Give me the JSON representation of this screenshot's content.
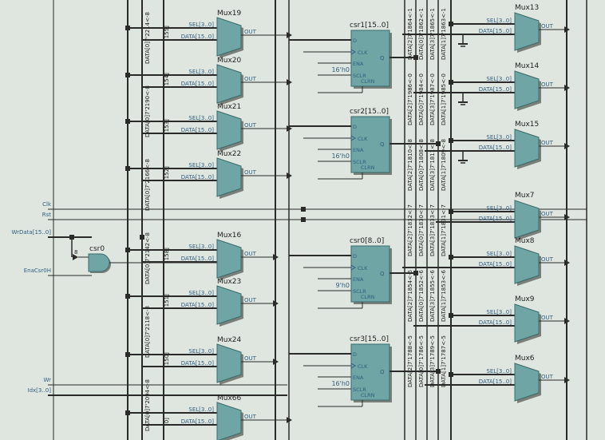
{
  "colors": {
    "background": "#dfe5df",
    "block": "#6fa5a5",
    "block_shadow": "#7a7f7a",
    "wire": "#2a2a2a",
    "port_text": "#2f5f7f",
    "label": "#1f1f1f"
  },
  "inputs": [
    {
      "id": "clk",
      "label": "Clk"
    },
    {
      "id": "rst",
      "label": "Rst"
    },
    {
      "id": "wrdata",
      "label": "WrData[15..0]"
    },
    {
      "id": "enacsr0h",
      "label": "EnaCsr0H"
    },
    {
      "id": "wr",
      "label": "Wr"
    },
    {
      "id": "idx",
      "label": "Idx[3..0]"
    }
  ],
  "and_gate": {
    "name": "csr0",
    "width_label": "8"
  },
  "mux_ports": {
    "sel": "SEL[3..0]",
    "data": "DATA[15..0]",
    "out": "OUT"
  },
  "left_muxes": [
    {
      "name": "Mux19",
      "bit": "[155]"
    },
    {
      "name": "Mux20",
      "bit": "[154]"
    },
    {
      "name": "Mux21",
      "bit": "[153]"
    },
    {
      "name": "Mux22",
      "bit": "[152]"
    },
    {
      "name": "Mux16",
      "bit": "[158]"
    },
    {
      "name": "Mux23",
      "bit": "[151]"
    },
    {
      "name": "Mux24",
      "bit": "[150]"
    },
    {
      "name": "Mux66",
      "bit": "[0]"
    }
  ],
  "right_muxes": [
    {
      "name": "Mux13"
    },
    {
      "name": "Mux14"
    },
    {
      "name": "Mux15"
    },
    {
      "name": "Mux7"
    },
    {
      "name": "Mux8"
    },
    {
      "name": "Mux9"
    },
    {
      "name": "Mux6"
    }
  ],
  "registers": [
    {
      "name": "csr1[15..0]",
      "const": "16'h0"
    },
    {
      "name": "csr2[15..0]",
      "const": "16'h0"
    },
    {
      "name": "csr0[8..0]",
      "const": "9'h0"
    },
    {
      "name": "csr3[15..0]",
      "const": "16'h0"
    }
  ],
  "reg_ports": {
    "d": "D",
    "clk": "CLK",
    "ena": "ENA",
    "sclr": "SCLR",
    "clrn": "CLRN",
    "q": "Q"
  },
  "left_bus_labels": [
    "DATA[0]7'2094<-8",
    "DATA[0]7'2118<-8",
    "DATA[0]7'2142<-8",
    "DATA[0]7'2166<-8",
    "DATA[0]7'2190<-8",
    "DATA[0]7'2214<-8"
  ],
  "right_bus_labels": [
    [
      "DATA[2]7'1864<-1",
      "DATA[0]7'1862<-1",
      "DATA[3]7'1865<-1",
      "DATA[1]7'1863<-1"
    ],
    [
      "DATA[2]7'1986<-0",
      "DATA[0]7'1984<-0",
      "DATA[3]7'1987<-0",
      "DATA[1]7'1985<-0"
    ],
    [
      "DATA[2]7'1810<-8",
      "DATA[0]7'1808<-8",
      "DATA[3]7'1811<-8",
      "DATA[1]7'1809<-8"
    ],
    [
      "DATA[2]7'1832<-7",
      "DATA[0]7'1830<-7",
      "DATA[3]7'1833<-7",
      "DATA[1]7'1831<-7"
    ],
    [
      "DATA[2]7'1854<-6",
      "DATA[0]7'1852<-6",
      "DATA[3]7'1855<-6",
      "DATA[1]7'1853<-6"
    ],
    [
      "DATA[2]7'1788<-5",
      "DATA[0]7'1786<-5",
      "DATA[3]7'1789<-5",
      "DATA[1]7'1787<-5"
    ]
  ]
}
